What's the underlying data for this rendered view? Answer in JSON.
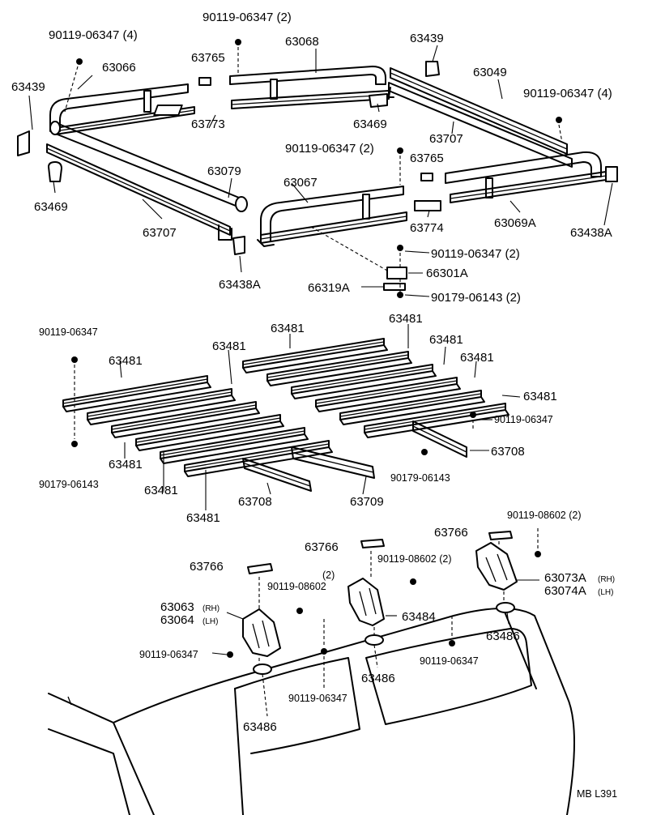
{
  "labels": {
    "l_90119_06347_2_top": "90119-06347 (2)",
    "l_63068": "63068",
    "l_63439_r": "63439",
    "l_90119_06347_4_l": "90119-06347 (4)",
    "l_63066": "63066",
    "l_63765_l": "63765",
    "l_63049": "63049",
    "l_63439_l": "63439",
    "l_90119_06347_4_r": "90119-06347 (4)",
    "l_63773": "63773",
    "l_63469_c": "63469",
    "l_63707_r": "63707",
    "l_90119_06347_2_mid": "90119-06347 (2)",
    "l_63765_r": "63765",
    "l_63079": "63079",
    "l_63067": "63067",
    "l_63469_l": "63469",
    "l_63774": "63774",
    "l_63069A": "63069A",
    "l_63707_l": "63707",
    "l_63438A_r": "63438A",
    "l_90119_06347_2_low": "90119-06347 (2)",
    "l_66301A": "66301A",
    "l_63438A_l": "63438A",
    "l_66319A": "66319A",
    "l_90179_06143_2": "90179-06143 (2)",
    "l_63481_a": "63481",
    "l_63481_b": "63481",
    "l_90119_06347_ml": "90119-06347",
    "l_63481_c": "63481",
    "l_63481_d": "63481",
    "l_63481_e": "63481",
    "l_63481_f": "63481",
    "l_63481_g": "63481",
    "l_90119_06347_mr": "90119-06347",
    "l_63481_h": "63481",
    "l_63708_r": "63708",
    "l_63481_i": "63481",
    "l_90179_06143_r": "90179-06143",
    "l_90179_06143_l": "90179-06143",
    "l_63708_l": "63708",
    "l_63709": "63709",
    "l_63481_j": "63481",
    "l_90119_08602_2_r": "90119-08602 (2)",
    "l_63766_r": "63766",
    "l_63766_m": "63766",
    "l_90119_08602_2_m": "90119-08602 (2)",
    "l_63766_l": "63766",
    "l_2": "(2)",
    "l_90119_08602": "90119-08602",
    "l_63073A": "63073A",
    "l_rh_r": "(RH)",
    "l_63074A": "63074A",
    "l_lh_r": "(LH)",
    "l_63063": "63063",
    "l_rh_l": "(RH)",
    "l_63064": "63064",
    "l_lh_l": "(LH)",
    "l_63484": "63484",
    "l_63486_r": "63486",
    "l_90119_06347_bl": "90119-06347",
    "l_90119_06347_br": "90119-06347",
    "l_63486_m": "63486",
    "l_90119_06347_bm": "90119-06347",
    "l_63486_l": "63486",
    "l_footer": "MB  L391"
  }
}
